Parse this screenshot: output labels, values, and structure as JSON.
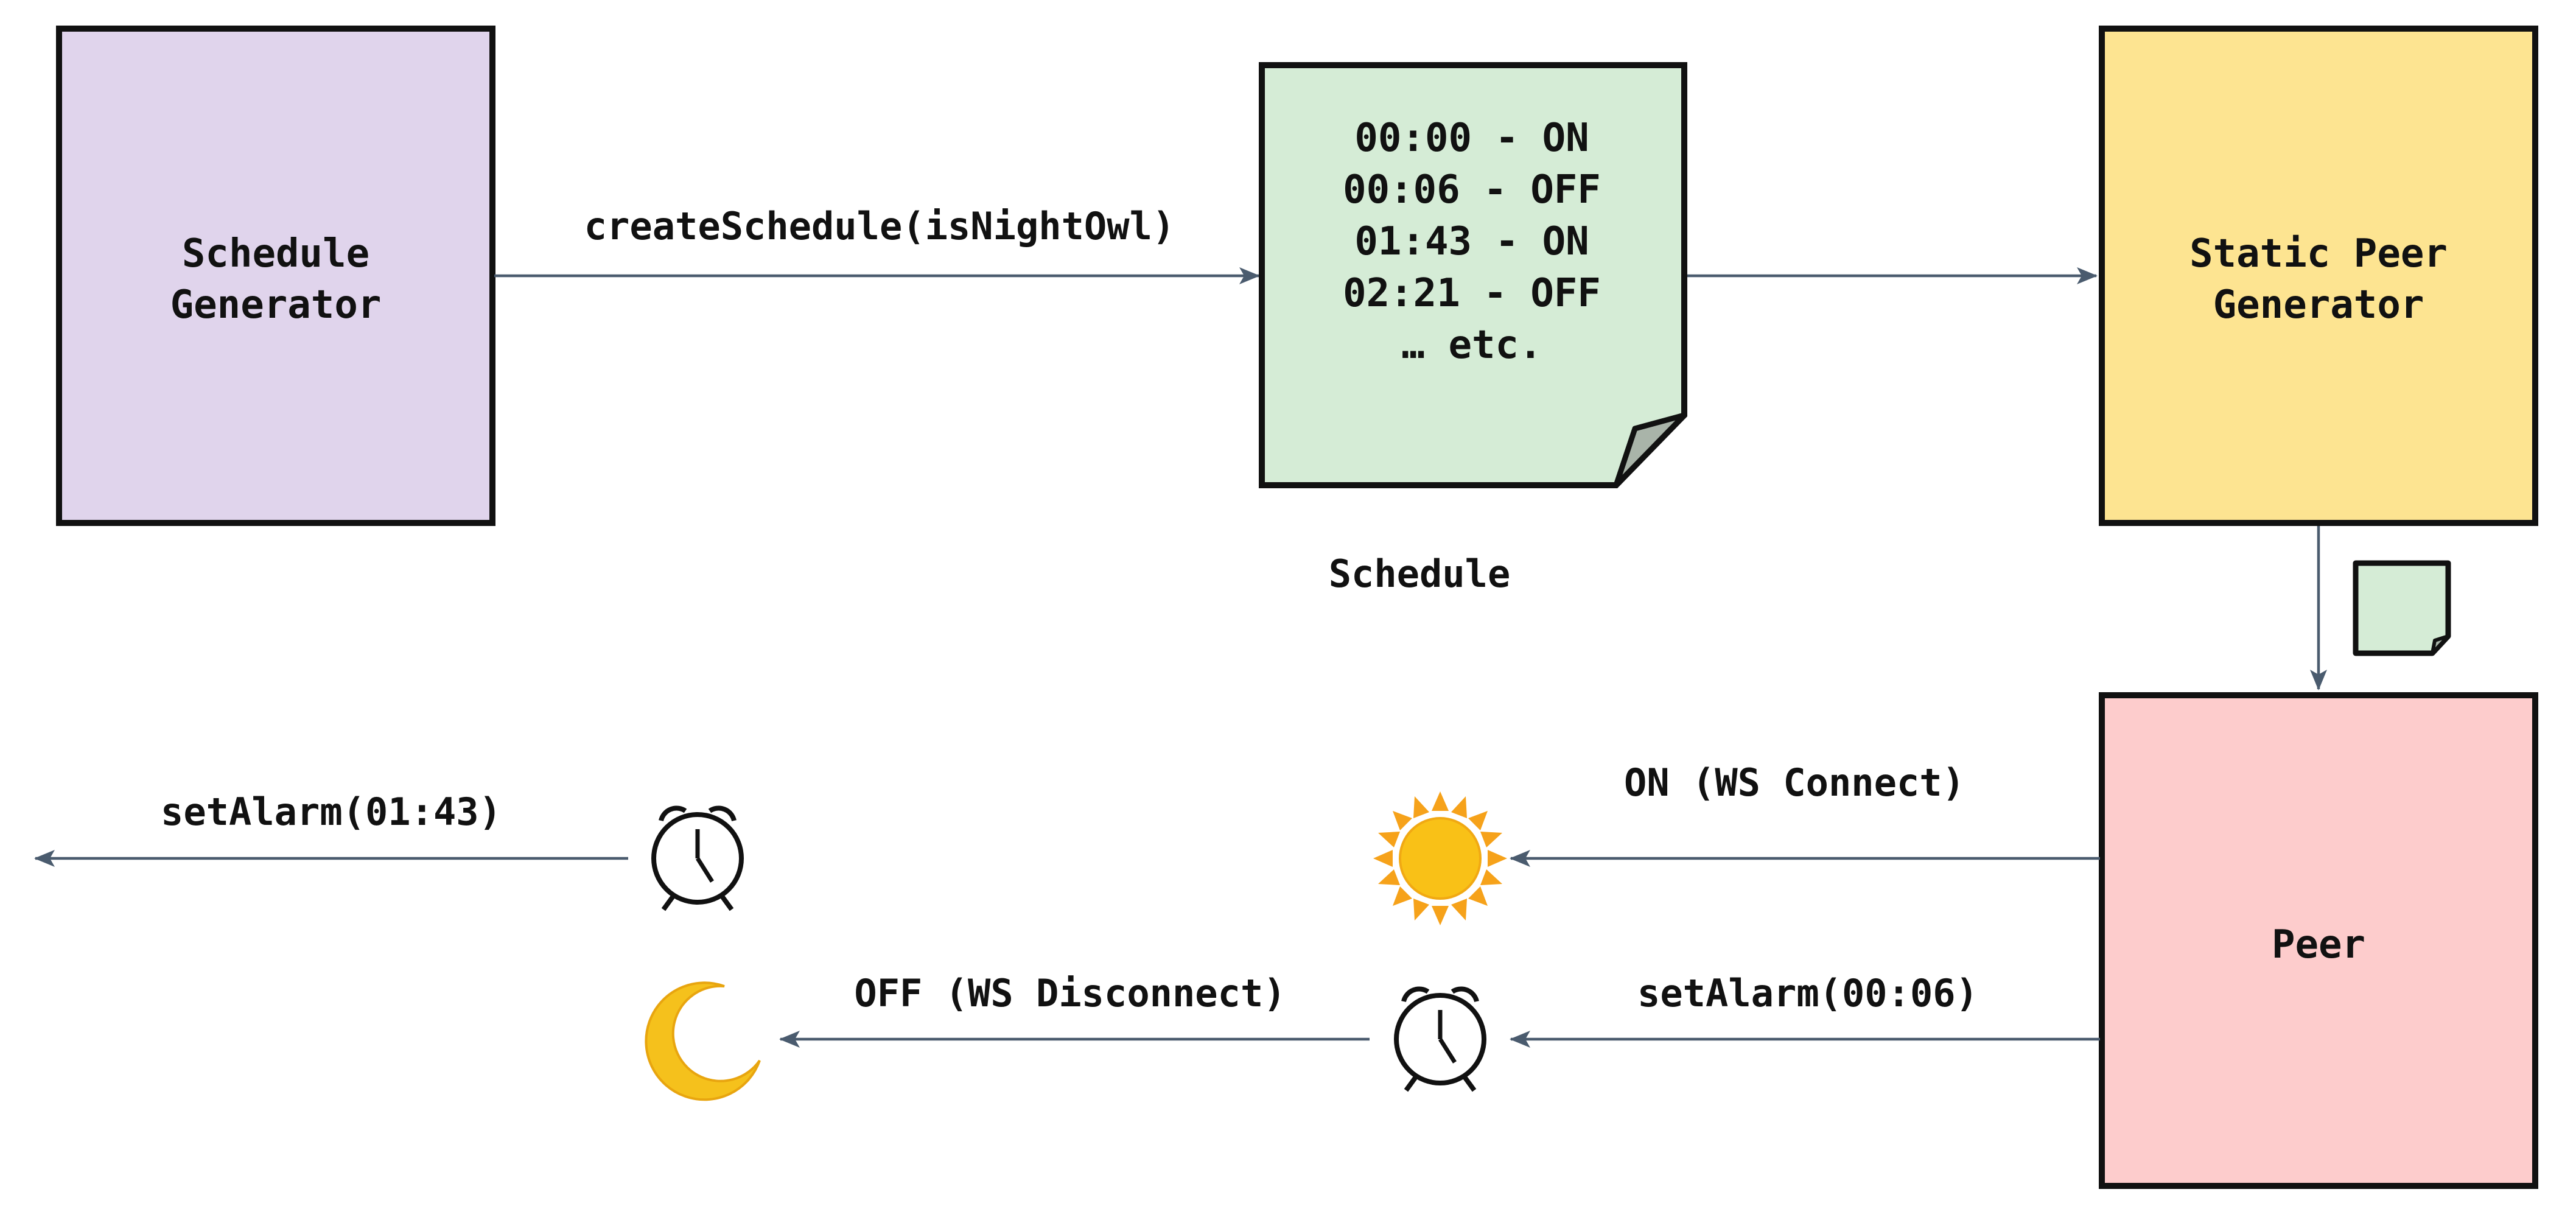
{
  "nodes": {
    "schedule_generator": {
      "lines": [
        "Schedule",
        "Generator"
      ],
      "color": "#e0d4ec"
    },
    "schedule_doc": {
      "lines": [
        "00:00 - ON",
        "00:06 - OFF",
        "01:43 - ON",
        "02:21 - OFF",
        "… etc."
      ],
      "caption": "Schedule",
      "color": "#d5ecd6"
    },
    "static_peer_generator": {
      "lines": [
        "Static Peer",
        "Generator"
      ],
      "color": "#fde491"
    },
    "peer": {
      "label": "Peer",
      "color": "#fdcccc"
    }
  },
  "edges": {
    "create_schedule": "createSchedule(isNightOwl)",
    "on_connect": "ON (WS Connect)",
    "set_alarm_0006": "setAlarm(00:06)",
    "off_disconnect": "OFF (WS Disconnect)",
    "set_alarm_0143": "setAlarm(01:43)"
  },
  "icons": [
    "alarm-clock-icon",
    "sun-icon",
    "moon-icon",
    "document-icon"
  ],
  "colors": {
    "arrow": "#4a5b6e",
    "outline": "#111111",
    "sun": "#f9c117",
    "moon": "#f5c11c"
  }
}
